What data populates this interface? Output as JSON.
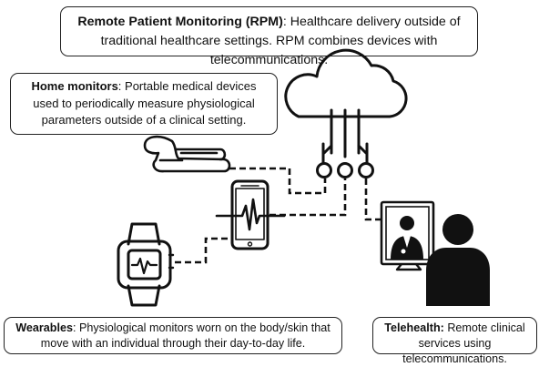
{
  "rpm": {
    "term": "Remote Patient Monitoring (RPM)",
    "definition": ": Healthcare delivery outside of traditional healthcare settings. RPM combines devices with telecommunications."
  },
  "home_monitors": {
    "term": "Home monitors",
    "definition": ": Portable medical devices used to periodically measure physiological parameters outside of a clinical setting."
  },
  "wearables": {
    "term": "Wearables",
    "definition": ": Physiological monitors worn on the body/skin that move with an individual through their day-to-day life."
  },
  "telehealth": {
    "term": "Telehealth:",
    "definition": " Remote clinical services using telecommunications."
  },
  "icons": [
    "cloud-icon",
    "pulse-oximeter-icon",
    "smartphone-ecg-icon",
    "smartwatch-icon",
    "telehealth-doctor-screen-icon",
    "patient-silhouette-icon"
  ]
}
